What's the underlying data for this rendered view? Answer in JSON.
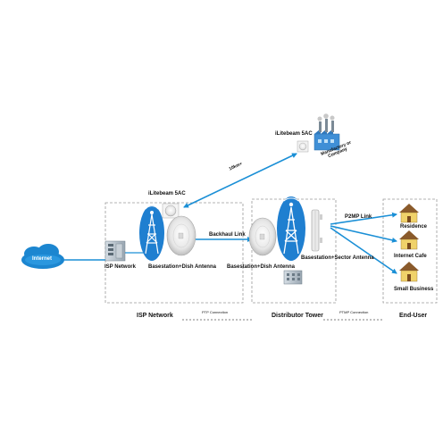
{
  "nodes": {
    "internet": "Internet",
    "isp_network_device": "ISP Network",
    "ilitebeam_top": "iLitebeam 5AC",
    "ilitebeam_left": "iLitebeam 5AC",
    "manufacturer": "Manufactory or Company",
    "basestation_dish_left": "Basestation+Dish Antenna",
    "basestation_dish_right": "Basestation+Dish Antenna",
    "basestation_sector": "Basestation+Sector Antenna",
    "residence": "Residence",
    "internet_cafe": "Internet Cafe",
    "small_business": "Small Business"
  },
  "links": {
    "long_range": "10km+",
    "backhaul": "Backhaul Link",
    "p2mp": "P2MP Link",
    "ptp_1": "PTP Connection",
    "ptp_2": "PTMP Connection"
  },
  "zones": {
    "isp": "ISP Network",
    "distributor": "Distributor Tower",
    "end_user": "End-User"
  },
  "colors": {
    "link": "#1a8fd6",
    "internet_cloud": "#1c86d0",
    "tower_badge": "#1f7fd0",
    "zone_border": "#9a9a9a"
  }
}
